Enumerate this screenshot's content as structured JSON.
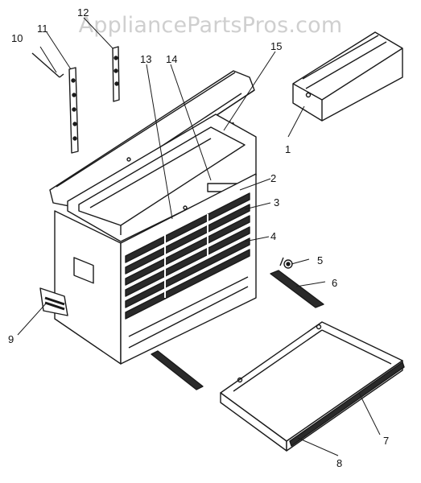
{
  "watermark": "AppliancePartsPros.com",
  "callouts": [
    "1",
    "2",
    "3",
    "4",
    "5",
    "6",
    "7",
    "8",
    "9",
    "10",
    "11",
    "12",
    "13",
    "14",
    "15"
  ],
  "colors": {
    "line": "#1a1a1a",
    "drawer_fill": "#2a2a2a",
    "watermark": "#cfcfcf"
  }
}
